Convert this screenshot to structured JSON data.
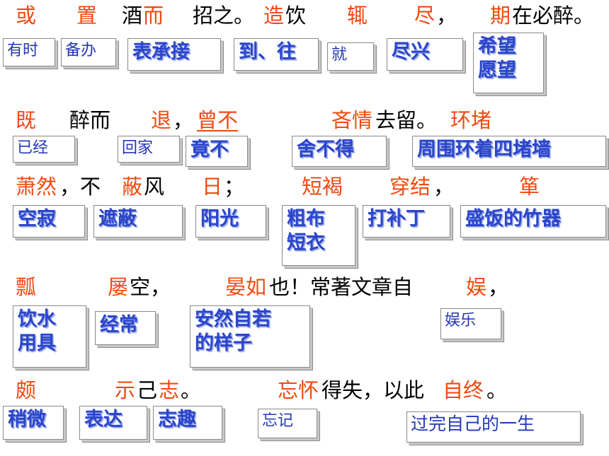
{
  "lines": [
    {
      "text": [
        {
          "t": "或",
          "c": "#f04a10"
        },
        {
          "t": "置",
          "c": "#f04a10"
        },
        {
          "t": "酒",
          "c": "#000000"
        },
        {
          "t": "而",
          "c": "#f04a10"
        },
        {
          "t": "招之。",
          "c": "#000000"
        },
        {
          "t": "造",
          "c": "#f04a10"
        },
        {
          "t": "饮",
          "c": "#000000"
        },
        {
          "t": "辄",
          "c": "#f04a10"
        },
        {
          "t": "尽",
          "c": "#f04a10"
        },
        {
          "t": "，",
          "c": "#000000"
        },
        {
          "t": "期",
          "c": "#f04a10"
        },
        {
          "t": "在必醉。",
          "c": "#000000"
        }
      ],
      "notes": [
        "有时",
        "备办",
        "表承接",
        "到、往",
        "就",
        "尽兴",
        [
          "希望",
          "愿望"
        ]
      ]
    },
    {
      "text": [
        {
          "t": "既",
          "c": "#f04a10"
        },
        {
          "t": "醉而",
          "c": "#000000"
        },
        {
          "t": "退",
          "c": "#f04a10"
        },
        {
          "t": "，",
          "c": "#000000"
        },
        {
          "t": "曾不",
          "c": "#f04a10"
        },
        {
          "t": "吝情",
          "c": "#f04a10"
        },
        {
          "t": "去留。",
          "c": "#000000"
        },
        {
          "t": "环堵",
          "c": "#f04a10"
        }
      ],
      "notes": [
        "已经",
        "回家",
        "竟不",
        "舍不得",
        "周围环着四堵墙"
      ]
    },
    {
      "text": [
        {
          "t": "萧然",
          "c": "#f04a10"
        },
        {
          "t": "，不",
          "c": "#000000"
        },
        {
          "t": "蔽",
          "c": "#f04a10"
        },
        {
          "t": "风",
          "c": "#000000"
        },
        {
          "t": "日",
          "c": "#f04a10"
        },
        {
          "t": "；",
          "c": "#000000"
        },
        {
          "t": "短褐",
          "c": "#f04a10"
        },
        {
          "t": "穿结",
          "c": "#f04a10"
        },
        {
          "t": "，",
          "c": "#000000"
        },
        {
          "t": "箪",
          "c": "#f04a10"
        }
      ],
      "notes": [
        "空寂",
        "遮蔽",
        "阳光",
        [
          "粗布",
          "短衣"
        ],
        "打补丁",
        "盛饭的竹器"
      ]
    },
    {
      "text": [
        {
          "t": "瓢",
          "c": "#f04a10"
        },
        {
          "t": "屡",
          "c": "#f04a10"
        },
        {
          "t": "空，",
          "c": "#000000"
        },
        {
          "t": "晏如",
          "c": "#f04a10"
        },
        {
          "t": "也！常著文章自",
          "c": "#000000"
        },
        {
          "t": "娱",
          "c": "#f04a10"
        },
        {
          "t": "，",
          "c": "#000000"
        }
      ],
      "notes": [
        [
          "饮水",
          "用具"
        ],
        "经常",
        [
          "安然自若",
          "的样子"
        ],
        "娱乐"
      ]
    },
    {
      "text": [
        {
          "t": "颇",
          "c": "#f04a10"
        },
        {
          "t": "示",
          "c": "#f04a10"
        },
        {
          "t": "己",
          "c": "#000000"
        },
        {
          "t": "志",
          "c": "#f04a10"
        },
        {
          "t": "。",
          "c": "#000000"
        },
        {
          "t": "忘怀",
          "c": "#f04a10"
        },
        {
          "t": "得失，以此",
          "c": "#000000"
        },
        {
          "t": "自终",
          "c": "#f04a10"
        },
        {
          "t": "。",
          "c": "#000000"
        }
      ],
      "notes": [
        "稍微",
        "表达",
        "志趣",
        "忘记",
        "过完自己的一生"
      ]
    }
  ]
}
